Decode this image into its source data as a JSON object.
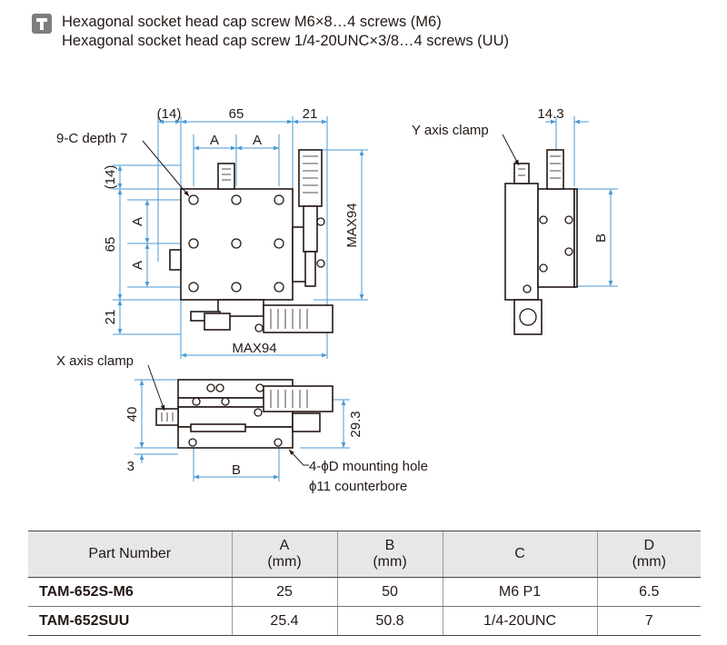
{
  "header": {
    "icon": "socket-head-screw-icon",
    "line1": "Hexagonal socket head cap screw M6×8…4 screws (M6)",
    "line2": "Hexagonal socket head cap screw 1/4-20UNC×3/8…4 screws (UU)"
  },
  "drawing": {
    "top_view": {
      "dim_14_top": "(14)",
      "dim_65_top": "65",
      "dim_21_top": "21",
      "label_a_1": "A",
      "label_a_2": "A",
      "dim_14_left": "(14)",
      "dim_65_left": "65",
      "label_a_left_1": "A",
      "label_a_left_2": "A",
      "dim_21_left": "21",
      "dim_max94_right": "MAX94",
      "dim_max94_bottom": "MAX94",
      "callout_9c": "9-C depth 7"
    },
    "side_view": {
      "dim_14_3": "14.3",
      "label_b": "B",
      "callout_y_clamp": "Y axis clamp"
    },
    "front_view": {
      "callout_x_clamp": "X axis clamp",
      "dim_40": "40",
      "dim_3": "3",
      "dim_29_3": "29.3",
      "label_b": "B",
      "callout_mount_1": "4-ϕD mounting hole",
      "callout_mount_2": "ϕ11 counterbore"
    }
  },
  "table": {
    "headers": [
      {
        "label": "Part Number",
        "unit": ""
      },
      {
        "label": "A",
        "unit": "(mm)"
      },
      {
        "label": "B",
        "unit": "(mm)"
      },
      {
        "label": "C",
        "unit": ""
      },
      {
        "label": "D",
        "unit": "(mm)"
      }
    ],
    "rows": [
      [
        "TAM-652S-M6",
        "25",
        "50",
        "M6 P1",
        "6.5"
      ],
      [
        "TAM-652SUU",
        "25.4",
        "50.8",
        "1/4-20UNC",
        "7"
      ]
    ]
  }
}
